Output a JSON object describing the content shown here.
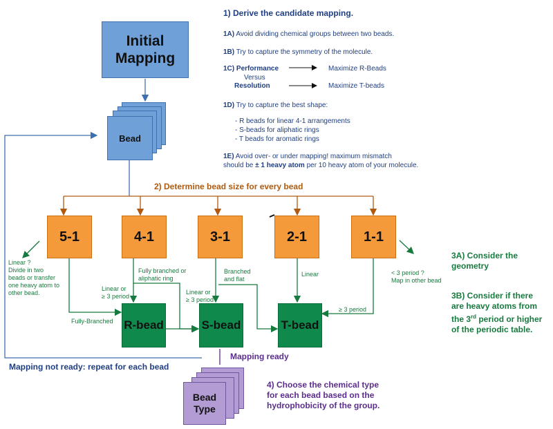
{
  "steps": {
    "s1": {
      "title": "1) Derive the candidate mapping.",
      "a_num": "1A)",
      "a_text": "Avoid dividing chemical groups between two beads.",
      "b_num": "1B)",
      "b_text": "Try to capture the symmetry of the molecule.",
      "c_num": "1C)",
      "c_perf": "Performance",
      "c_vs": "Versus",
      "c_res": "Resolution",
      "c_max_r": "Maximize R-Beads",
      "c_max_t": "Maximize T-beads",
      "d_num": "1D)",
      "d_text": "Try to capture the best shape:",
      "d_items": [
        "- R beads for linear 4-1 arrangements",
        "- S-beads for aliphatic rings",
        "- T beads for aromatic rings"
      ],
      "e_num": "1E)",
      "e_line1": "Avoid over- or under mapping! maximum  mismatch",
      "e_line2_pre": "should be ",
      "e_line2_bold": "± 1 heavy atom",
      "e_line2_post": " per 10  heavy atom of  your molecule."
    },
    "s2": {
      "title": "2) Determine bead size for every bead"
    },
    "s3": {
      "a": [
        "3A) Consider the",
        "geometry"
      ],
      "b_line1": "3B) Consider if there",
      "b_line2": "are heavy atoms from",
      "b_line3_pre": "the 3",
      "b_line3_sup": "rd",
      "b_line3_post": " period or higher",
      "b_line4": "of the periodic table."
    },
    "s4": {
      "lines": [
        "4) Choose the chemical type",
        "for each bead based on the",
        "hydrophobicity  of the group."
      ]
    }
  },
  "boxes": {
    "initial": [
      "Initial",
      "Mapping"
    ],
    "bead": "Bead",
    "bead_type": [
      "Bead",
      "Type"
    ],
    "sizes": [
      "5-1",
      "4-1",
      "3-1",
      "2-1",
      "1-1"
    ],
    "r_bead": "R-bead",
    "s_bead": "S-bead",
    "t_bead": "T-bead"
  },
  "notes": {
    "linear": [
      "Linear ?",
      "Divide in two",
      "beads or transfer",
      "one heavy atom to",
      "other bead."
    ],
    "fully_branched": "Fully-Branched",
    "linear_or_1": "Linear or",
    "ge3_1": "≥ 3   period",
    "fb_aliphatic": [
      "Fully branched or",
      "aliphatic ring"
    ],
    "linear_or_2": "Linear or",
    "ge3_2": "≥ 3   period",
    "branched_flat": [
      "Branched",
      "and flat"
    ],
    "linear_t": "Linear",
    "lt3": [
      "< 3    period ?",
      "Map in other bead"
    ],
    "ge3_3": "≥ 3    period"
  },
  "mapping_ready": "Mapping ready",
  "mapping_not_ready": "Mapping not ready: repeat for each bead",
  "colors": {
    "blue": "#6fa0d8",
    "orange": "#f59a3b",
    "green": "#0f8a4c",
    "purple": "#b39bd4",
    "navy": "#1f3f82",
    "brown": "#b05a10",
    "text_green": "#177a3e",
    "violet": "#5b2d8e"
  }
}
